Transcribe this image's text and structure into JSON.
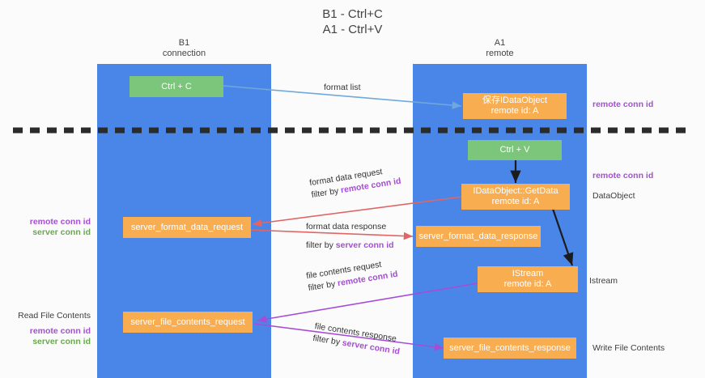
{
  "title": "B1 - Ctrl+C\nA1 - Ctrl+V",
  "title_line1": "B1 - Ctrl+C",
  "title_line2": "A1 - Ctrl+V",
  "colors": {
    "lane": "#4a86e8",
    "green_box": "#7bc67b",
    "orange_box": "#f9ad51",
    "remote_conn": "#a64dd6",
    "server_conn": "#6aa84f",
    "arrow_blue": "#6fa8dc",
    "arrow_red": "#e06666",
    "arrow_magenta": "#a64dd6",
    "arrow_dark": "#1c1c1c",
    "divider": "#2b2b2b",
    "background": "#fbfbfb"
  },
  "lanes": {
    "left": {
      "name": "B1",
      "subtitle": "connection"
    },
    "right": {
      "name": "A1",
      "subtitle": "remote"
    }
  },
  "boxes": {
    "ctrl_c": {
      "line1": "Ctrl + C",
      "line2": ""
    },
    "idataobject": {
      "line1": "保存IDataObject",
      "line2": "remote id: A"
    },
    "ctrl_v": {
      "line1": "Ctrl + V",
      "line2": ""
    },
    "getdata": {
      "line1": "IDataObject::GetData",
      "line2": "remote id: A"
    },
    "server_format_data_request": {
      "line1": "server_format_data_request",
      "line2": ""
    },
    "server_format_data_response": {
      "line1": "server_format_data_response",
      "line2": ""
    },
    "istream": {
      "line1": "IStream",
      "line2": "remote id: A"
    },
    "server_file_contents_request": {
      "line1": "server_file_contents_request",
      "line2": ""
    },
    "server_file_contents_response": {
      "line1": "server_file_contents_response",
      "line2": ""
    }
  },
  "flows": {
    "format_list": {
      "text": "format list"
    },
    "format_data_request": {
      "line1": "format data request",
      "line2_prefix": "filter by ",
      "line2_highlight": "remote conn id"
    },
    "format_data_response": {
      "line1": "format data response",
      "line2_prefix": "filter by ",
      "line2_highlight": "server conn id"
    },
    "file_contents_request": {
      "line1": "file contents request",
      "line2_prefix": "filter by ",
      "line2_highlight": "remote conn id"
    },
    "file_contents_response": {
      "line1": "file contents response",
      "line2_prefix": "filter by ",
      "line2_highlight": "server conn id"
    }
  },
  "annotations": {
    "right_remote_conn_top": "remote conn id",
    "right_remote_conn_mid": "remote conn id",
    "right_dataobject": "DataObject",
    "right_istream": "Istream",
    "right_write_file_contents": "Write File Contents",
    "left_remote_conn_mid": "remote conn id",
    "left_server_conn_mid": "server conn id",
    "left_read_file_contents": "Read File Contents",
    "left_remote_conn_bottom": "remote conn id",
    "left_server_conn_bottom": "server conn id"
  }
}
